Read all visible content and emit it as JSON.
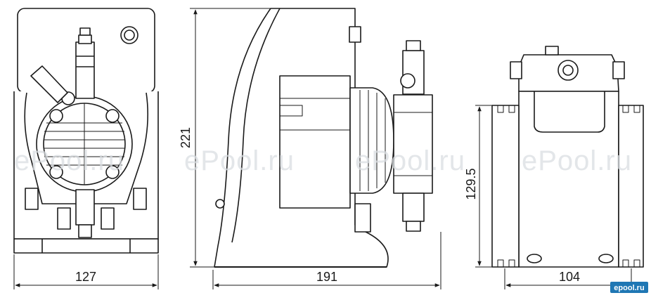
{
  "dimensions": {
    "front_width": "127",
    "height": "221",
    "side_depth": "191",
    "rear_height": "129.5",
    "rear_width": "104"
  },
  "watermark": {
    "text": "ePool.ru",
    "logo": "epool.ru"
  },
  "colors": {
    "line": "#1a1a1a",
    "body_fill": "#ffffff",
    "watermark": "#d9dde1",
    "logo_bg": "#1f77b4"
  }
}
